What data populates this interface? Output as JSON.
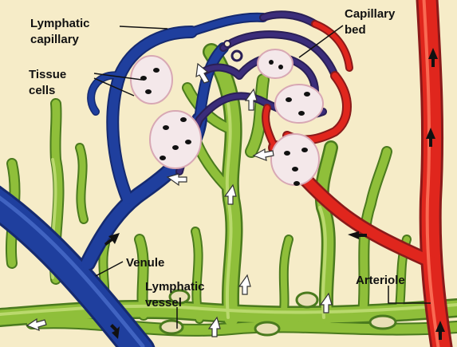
{
  "labels": {
    "lymphatic_capillary": [
      "Lymphatic",
      "capillary"
    ],
    "capillary_bed": [
      "Capillary",
      "bed"
    ],
    "tissue_cells": [
      "Tissue",
      "cells"
    ],
    "venule": "Venule",
    "lymphatic_vessel": [
      "Lymphatic",
      "vessel"
    ],
    "arteriole": "Arteriole"
  },
  "colors": {
    "background": "#f6ecc8",
    "vein": "#1f3f9e",
    "vein_dark": "#152a70",
    "artery": "#e0261d",
    "artery_dark": "#8a1a1a",
    "lymph": "#8fbf3a",
    "lymph_dark": "#4a7a1e",
    "tissue_cell": "#f4e8ea",
    "cell_nucleus": "#111111"
  },
  "flow_arrows": {
    "vein": "arrow-toward-venule",
    "artery": "arrow-up-arteriole",
    "lymph": "white-arrow-flow"
  }
}
